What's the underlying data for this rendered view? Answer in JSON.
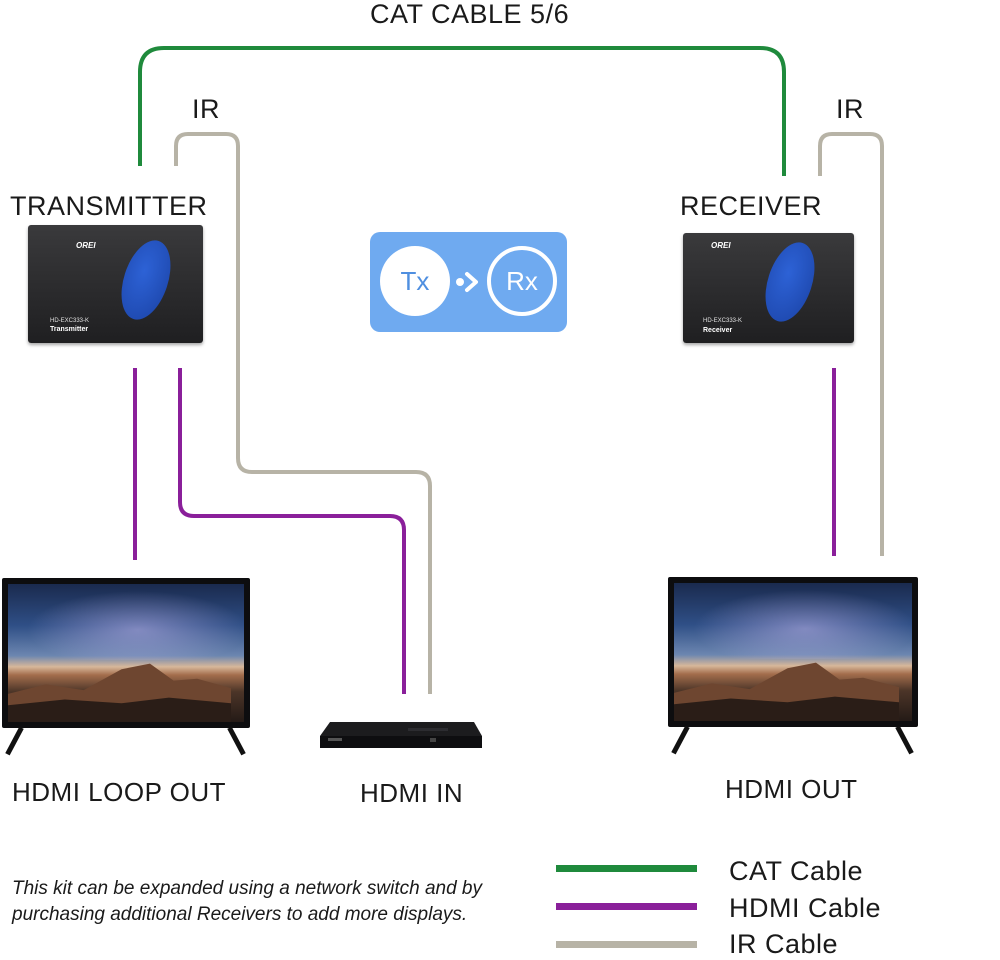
{
  "labels": {
    "cat_cable": "CAT CABLE 5/6",
    "ir_left": "IR",
    "ir_right": "IR",
    "transmitter": "TRANSMITTER",
    "receiver": "RECEIVER",
    "hdmi_loop_out": "HDMI LOOP OUT",
    "hdmi_in": "HDMI IN",
    "hdmi_out": "HDMI OUT"
  },
  "badge": {
    "tx": "Tx",
    "rx": "Rx"
  },
  "devices": {
    "transmitter": {
      "brand": "OREI",
      "model": "HD-EXC333-K",
      "role": "Transmitter"
    },
    "receiver": {
      "brand": "OREI",
      "model": "HD-EXC333-K",
      "role": "Receiver"
    }
  },
  "legend": [
    {
      "label": "CAT Cable",
      "color": "#1f8a3c"
    },
    {
      "label": "HDMI Cable",
      "color": "#8a1f9a"
    },
    {
      "label": "IR Cable",
      "color": "#b7b3a6"
    }
  ],
  "note": "This kit can be expanded using a network switch and by purchasing additional Receivers to add more displays.",
  "colors": {
    "cat": "#1f8a3c",
    "hdmi": "#8a1f9a",
    "ir": "#b7b3a6",
    "badge": "#6faaf0"
  }
}
